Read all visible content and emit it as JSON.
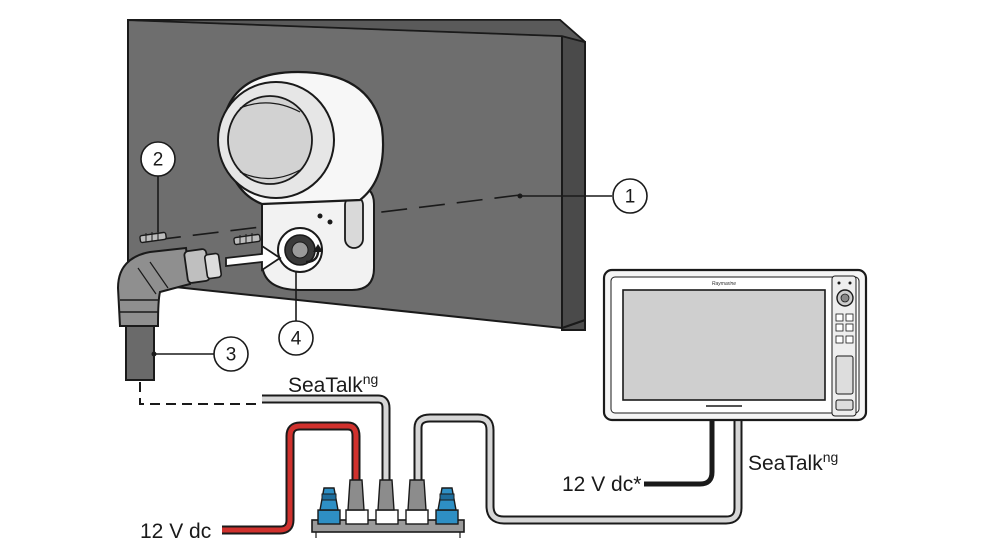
{
  "callouts": {
    "c1": "1",
    "c2": "2",
    "c3": "3",
    "c4": "4"
  },
  "labels": {
    "seatalk_top_main": "SeaTalk",
    "seatalk_top_sup": "ng",
    "seatalk_right_main": "SeaTalk",
    "seatalk_right_sup": "ng",
    "power_left": "12 V dc",
    "power_display": "12 V dc*"
  },
  "display": {
    "brand": "Raymarine"
  },
  "colors": {
    "wall": "#6e6e6e",
    "wall_edge": "#4a4a4a",
    "red_power_cable": "#d0312d",
    "blue_terminator": "#2e8fc4",
    "cable_grey": "#8c8c8c",
    "outline": "#1a1a1a"
  }
}
